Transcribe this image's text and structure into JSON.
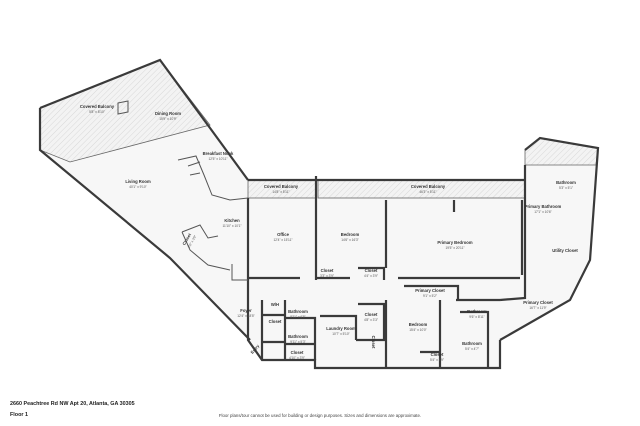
{
  "address": "2660 Peachtree Rd NW Apt 20, Atlanta, GA 30305",
  "floor": "Floor 1",
  "disclaimer": "Floor plans/tour cannot be used for building or design purposes. Sizes and dimensions are approximate.",
  "rooms": {
    "covered_balcony_1": {
      "name": "Covered Balcony",
      "dim": "5'8\" x 8'10\""
    },
    "dining_room": {
      "name": "Dining Room",
      "dim": "15'9\" x 10'9\""
    },
    "breakfast_nook": {
      "name": "Breakfast Nook",
      "dim": "12'5\" x 10'11\""
    },
    "living_room": {
      "name": "Living Room",
      "dim": "40'1\" x 9'10\""
    },
    "kitchen": {
      "name": "Kitchen",
      "dim": "11'10\" x 10'1\""
    },
    "covered_balcony_2": {
      "name": "Covered Balcony",
      "dim": "14'8\" x 5'11\""
    },
    "covered_balcony_3": {
      "name": "Covered Balcony",
      "dim": "46'3\" x 5'11\""
    },
    "office": {
      "name": "Office",
      "dim": "12'4\" x 15'11\""
    },
    "bedroom_1": {
      "name": "Bedroom",
      "dim": "14'6\" x 16'3\""
    },
    "primary_bedroom": {
      "name": "Primary Bedroom",
      "dim": "19'5\" x 20'11\""
    },
    "primary_bathroom": {
      "name": "Primary Bathroom",
      "dim": "17'1\" x 10'6\""
    },
    "bathroom_corner": {
      "name": "Bathroom",
      "dim": "5'3\" x 5'1\""
    },
    "utility_closet": {
      "name": "Utility Closet",
      "dim": ""
    },
    "primary_closet_1": {
      "name": "Primary Closet",
      "dim": "9'1\" x 5'2\""
    },
    "primary_closet_2": {
      "name": "Primary Closet",
      "dim": "16'7\" x 11'9\""
    },
    "closet_a": {
      "name": "Closet",
      "dim": "3'3\" x 3'9\""
    },
    "closet_b": {
      "name": "Closet",
      "dim": "4'4\" x 3'9\""
    },
    "foyer": {
      "name": "Foyer",
      "dim": "12'4\" x 18'5\""
    },
    "entry": {
      "name": "Entry",
      "dim": ""
    },
    "wh": {
      "name": "W/H",
      "dim": ""
    },
    "closet_c": {
      "name": "Closet",
      "dim": ""
    },
    "bathroom_1": {
      "name": "Bathroom",
      "dim": "8'11\" x 6'5\""
    },
    "bathroom_2": {
      "name": "Bathroom",
      "dim": "9'11\" x 5'3\""
    },
    "closet_d": {
      "name": "Closet",
      "dim": "4'10\" x 3'9\""
    },
    "laundry_room": {
      "name": "Laundry Room",
      "dim": "10'7\" x 5'10\""
    },
    "closet_e": {
      "name": "Closet",
      "dim": "4'8\" x 3'3\""
    },
    "closet_f": {
      "name": "Closet",
      "dim": ""
    },
    "bedroom_2": {
      "name": "Bedroom",
      "dim": "15'4\" x 10'0\""
    },
    "bathroom_3": {
      "name": "Bathroom",
      "dim": "9'6\" x 8'11\""
    },
    "bathroom_4": {
      "name": "Bathroom",
      "dim": "5'4\" x 4'7\""
    },
    "closet_g": {
      "name": "Closet",
      "dim": "5'4\" x 3'9\""
    },
    "closet_h": {
      "name": "Closet",
      "dim": "2'0\" x 3'9\""
    }
  }
}
